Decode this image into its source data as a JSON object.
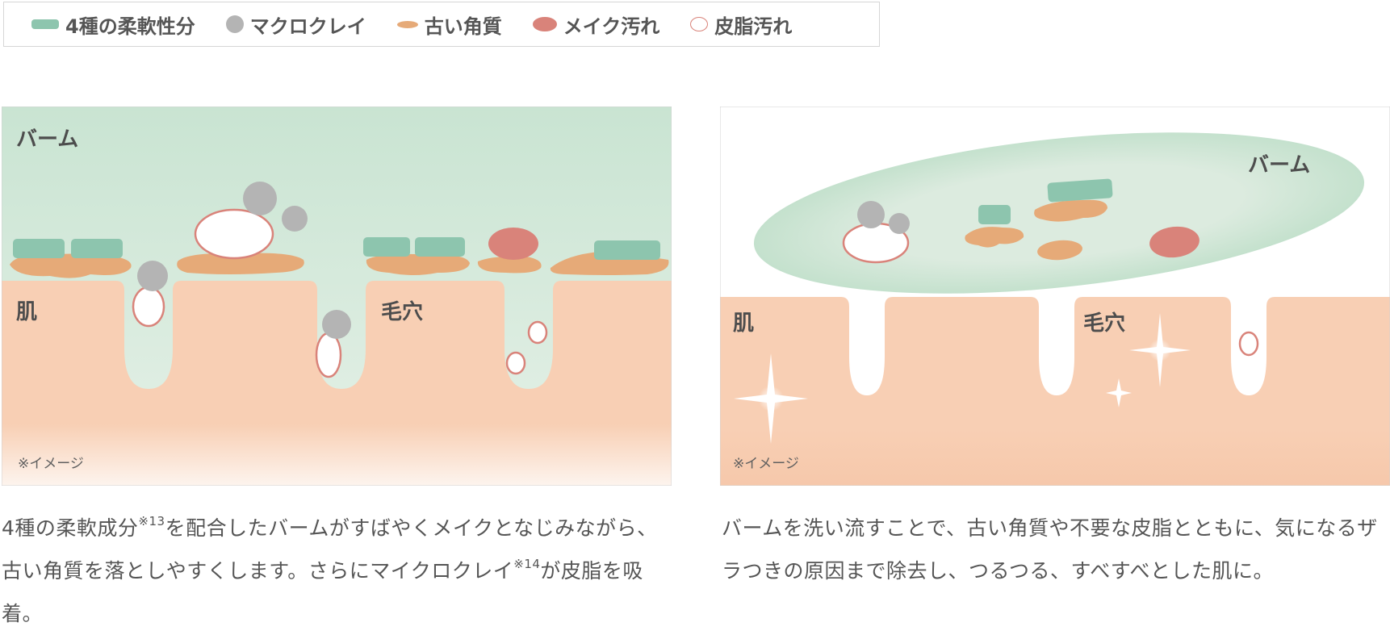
{
  "legend": {
    "softeners": "4種の柔軟性分",
    "macroclay": "マクロクレイ",
    "old_keratin": "古い角質",
    "makeup_dirt": "メイク汚れ",
    "sebum_dirt": "皮脂汚れ"
  },
  "left_panel": {
    "balm": "バーム",
    "skin": "肌",
    "pore": "毛穴",
    "note": "※イメージ"
  },
  "right_panel": {
    "balm": "バーム",
    "skin": "肌",
    "pore": "毛穴",
    "note": "※イメージ"
  },
  "captions": {
    "left": {
      "part1": "4種の柔軟成分",
      "sup1": "※13",
      "part2": "を配合したバームがすばやくメイクとなじみながら、古い角質を落としやすくします。さらにマイクロクレイ",
      "sup2": "※14",
      "part3": "が皮脂を吸着。"
    },
    "right": "バームを洗い流すことで、古い角質や不要な皮脂とともに、気になるザラつきの原因まで除去し、つるつる、すべすべとした肌に。"
  },
  "colors": {
    "softener_green": "#8dc5ae",
    "macroclay_gray": "#b4b4b4",
    "keratin_tan": "#e6aa78",
    "makeup_red": "#d9837a",
    "skin": "#f8cfb4",
    "balm": "#dcebdf"
  }
}
